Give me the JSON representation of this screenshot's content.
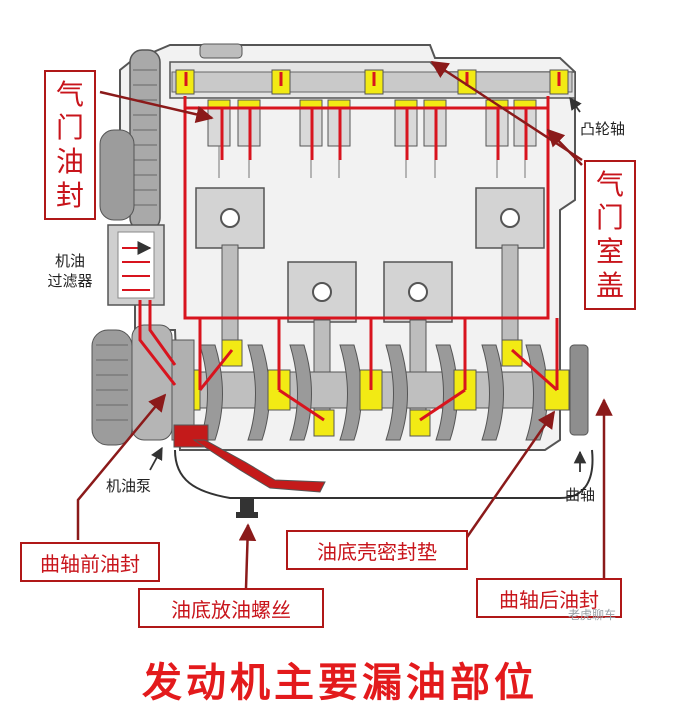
{
  "labels": {
    "valve_seal": "气门油封",
    "valve_cover": "气门室盖",
    "camshaft": "凸轮轴",
    "oil_filter": "机油过滤器",
    "oil_pump": "机油泵",
    "crankshaft": "曲轴",
    "crank_front_seal": "曲轴前油封",
    "oil_pan_gasket": "油底壳密封垫",
    "drain_plug": "油底放油螺丝",
    "crank_rear_seal": "曲轴后油封"
  },
  "title": "发动机主要漏油部位",
  "watermark": "老虎聊车",
  "colors": {
    "oil_line": "#d8141e",
    "seal_highlight": "#f2ea14",
    "label_text": "#c8141b",
    "label_border": "#b01818",
    "title": "#e31a1c",
    "engine_gray": "#8e8e8e"
  }
}
